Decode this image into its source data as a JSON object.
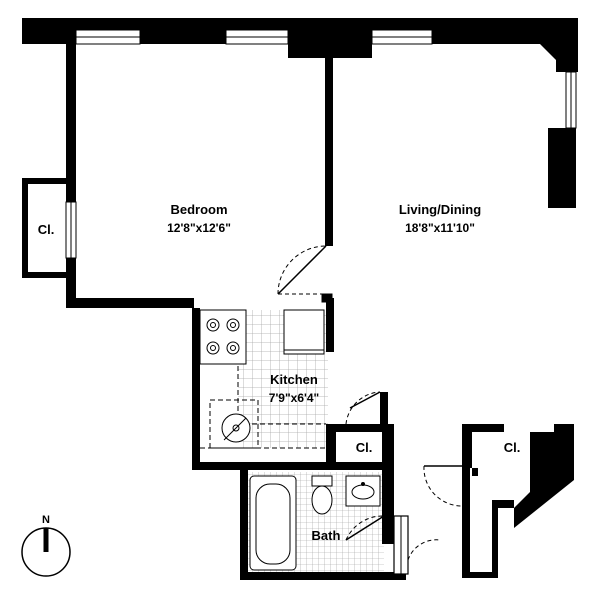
{
  "rooms": {
    "bedroom": {
      "name": "Bedroom",
      "dims": "12'8\"x12'6\""
    },
    "living": {
      "name": "Living/Dining",
      "dims": "18'8\"x11'10\""
    },
    "kitchen": {
      "name": "Kitchen",
      "dims": "7'9\"x6'4\""
    },
    "bath": {
      "name": "Bath"
    },
    "closet_left": {
      "name": "Cl."
    },
    "closet_mid": {
      "name": "Cl."
    },
    "closet_right": {
      "name": "Cl."
    }
  },
  "compass": {
    "label": "N"
  },
  "colors": {
    "wall": "#000000",
    "floor": "#ffffff",
    "tile_line": "#9a9a9a",
    "window": "#ffffff"
  }
}
